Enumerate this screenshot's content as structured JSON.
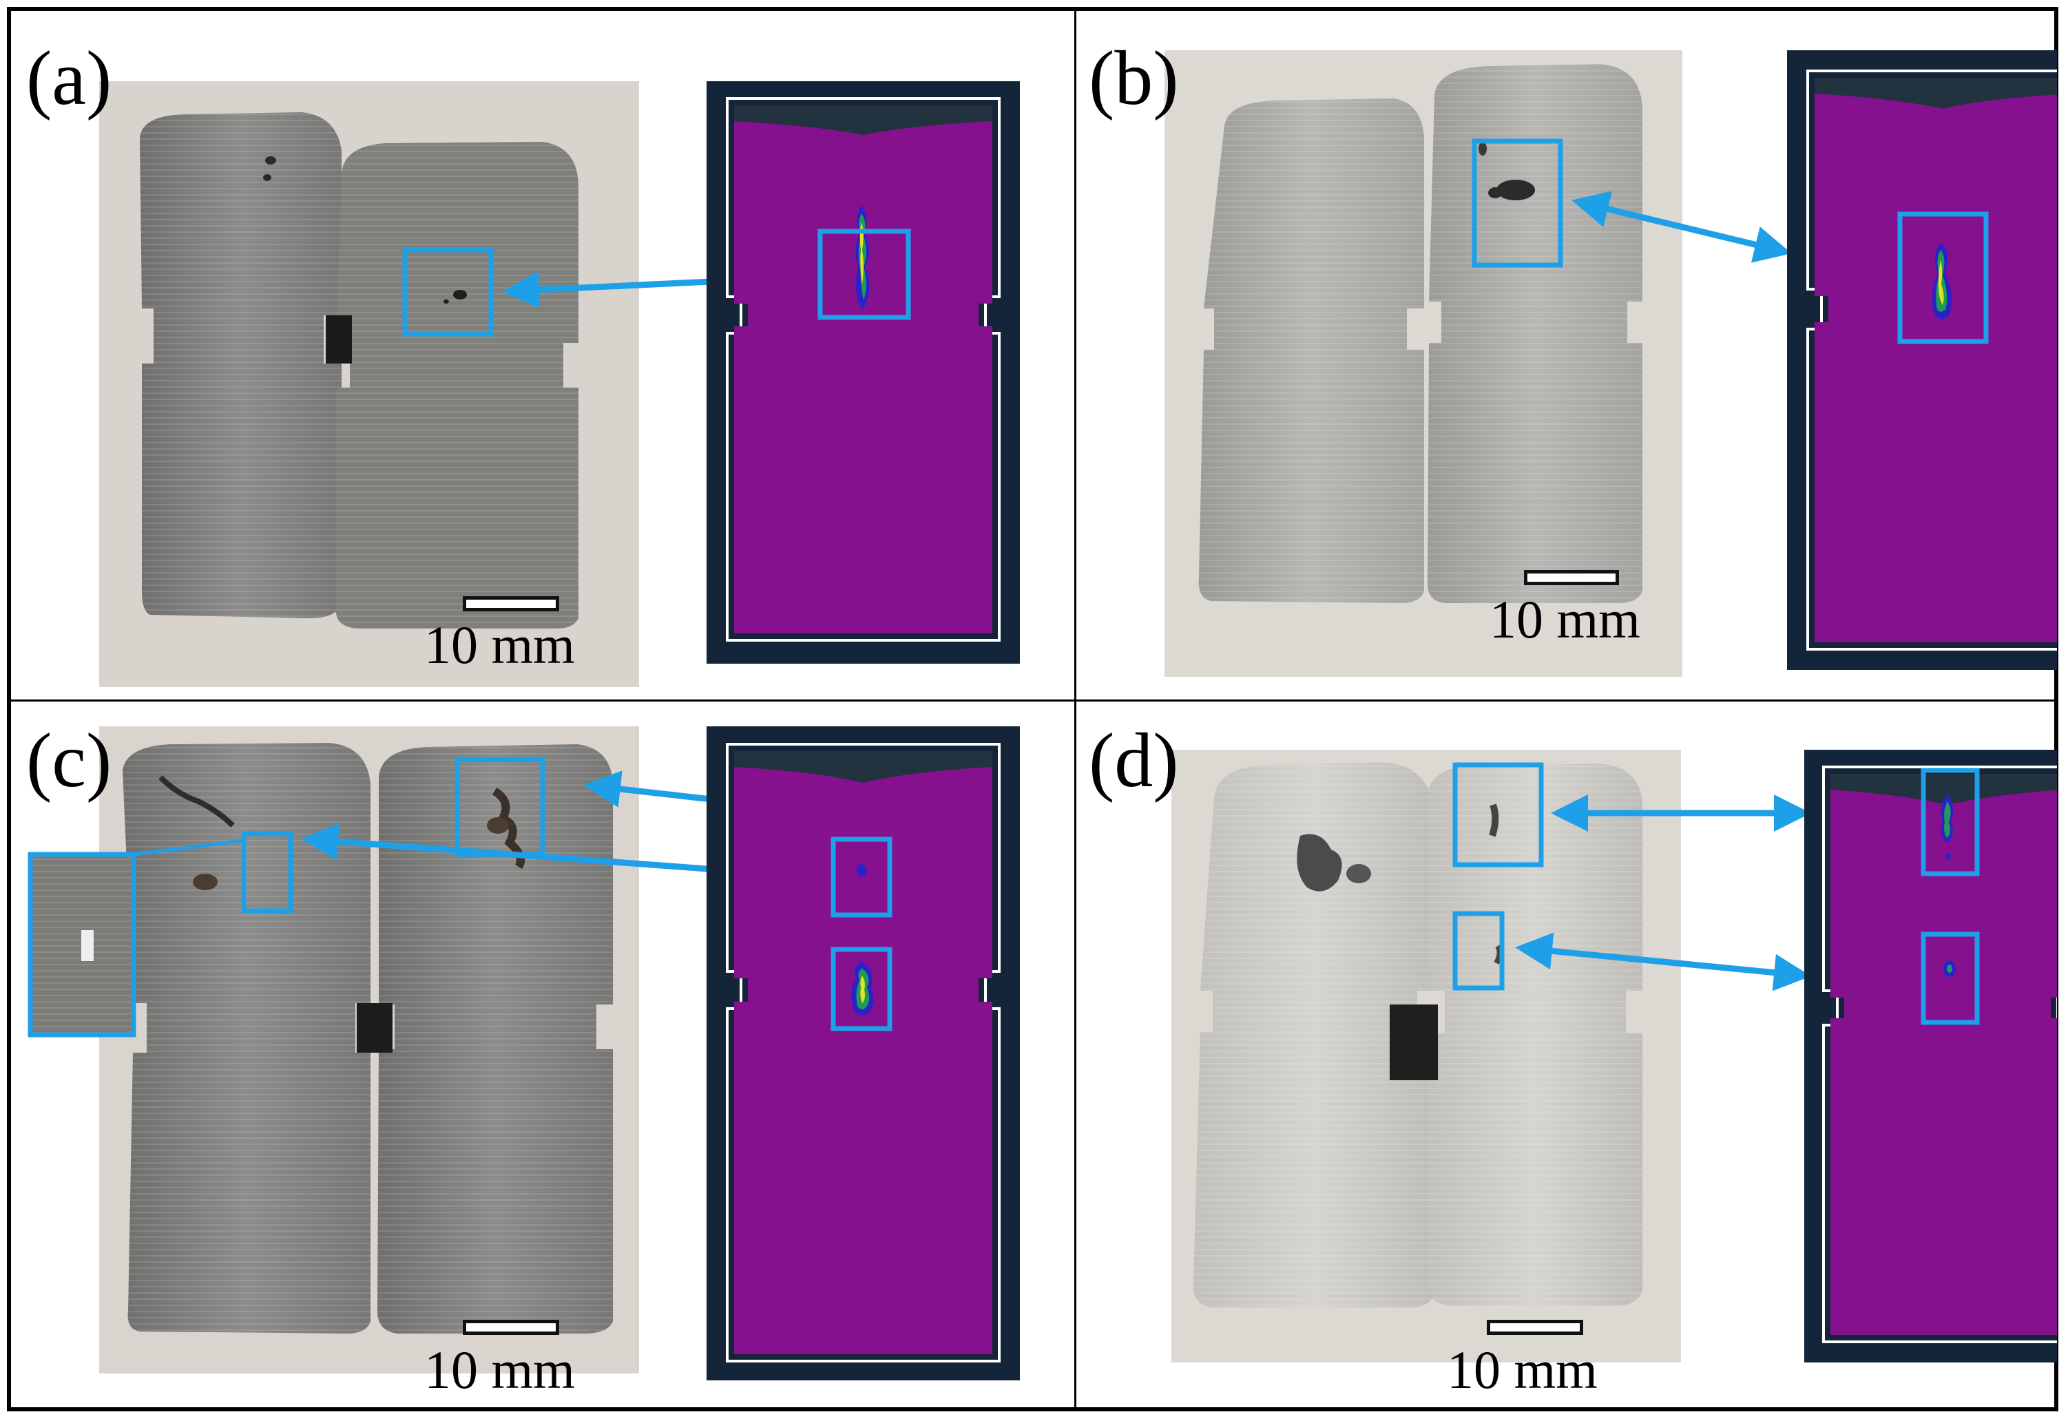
{
  "panels": [
    {
      "label": "(a)",
      "scale": "10 mm"
    },
    {
      "label": "(b)",
      "scale": "10 mm"
    },
    {
      "label": "(c)",
      "scale": "10 mm"
    },
    {
      "label": "(d)",
      "scale": "10 mm"
    }
  ],
  "colors": {
    "frame": "#000000",
    "highlight_box": "#1ea0e8",
    "sim_background": "#14253a",
    "sim_part": "#86118f",
    "defect_low": "#2a22c8",
    "defect_mid": "#1e9a5a",
    "defect_high": "#e2e21e",
    "photo_background": "#dcd8d1",
    "casting_metal": "#8b8b89"
  },
  "icons": [
    "double-arrow-icon"
  ]
}
